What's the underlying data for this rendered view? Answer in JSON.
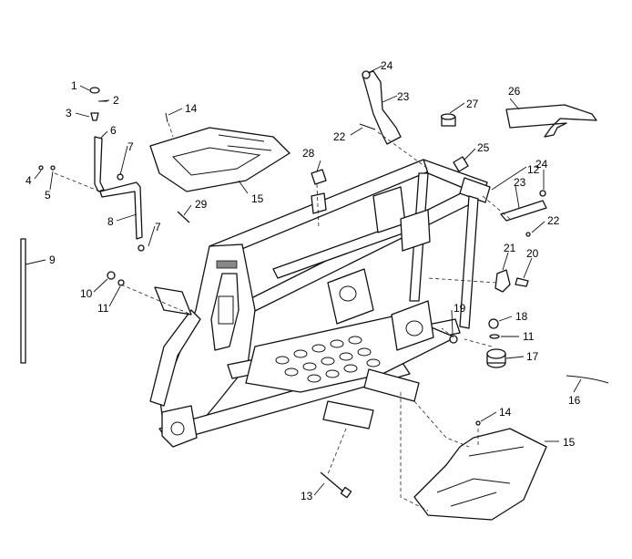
{
  "callouts": [
    "1",
    "2",
    "3",
    "4",
    "5",
    "6",
    "7",
    "7",
    "8",
    "9",
    "10",
    "11",
    "11",
    "12",
    "13",
    "14",
    "14",
    "15",
    "15",
    "16",
    "17",
    "18",
    "19",
    "20",
    "21",
    "22",
    "22",
    "23",
    "23",
    "24",
    "24",
    "25",
    "26",
    "27",
    "28",
    "29"
  ]
}
